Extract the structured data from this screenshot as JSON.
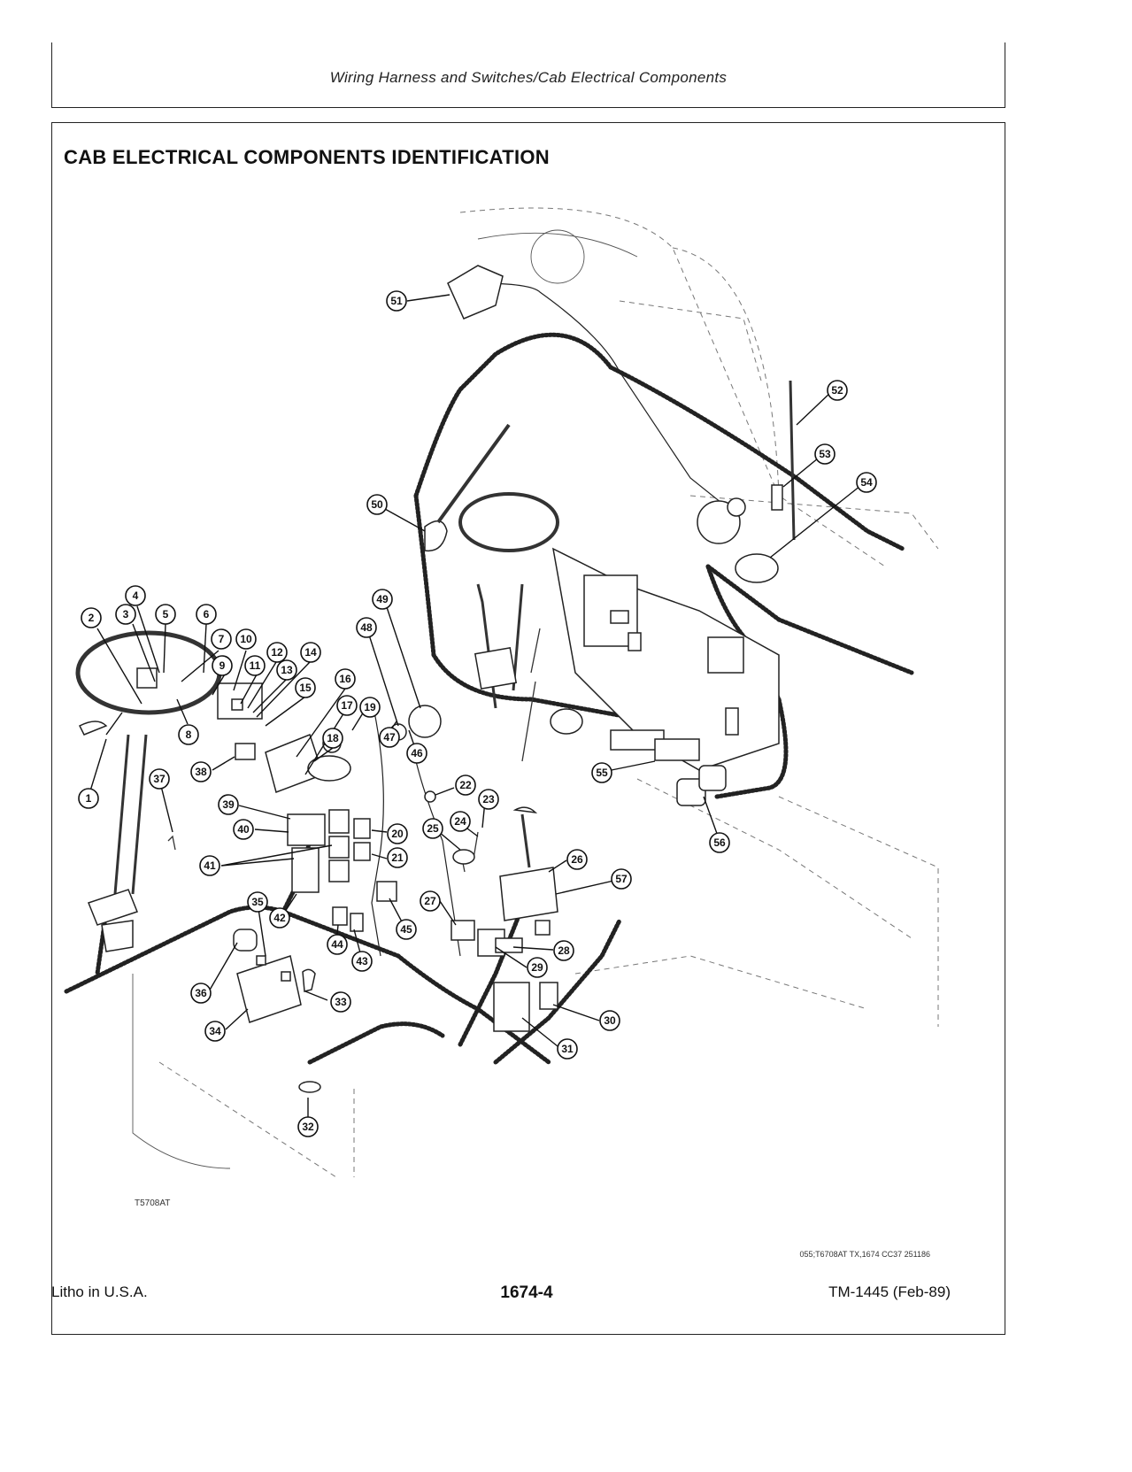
{
  "header": {
    "section": "Wiring Harness and Switches/Cab Electrical Components"
  },
  "title": "CAB ELECTRICAL COMPONENTS IDENTIFICATION",
  "figure": {
    "figure_id": "T5708AT",
    "ref_code": "055;T6708AT TX,1674 CC37 251186"
  },
  "callouts": [
    "1",
    "2",
    "3",
    "4",
    "5",
    "6",
    "7",
    "8",
    "9",
    "10",
    "11",
    "12",
    "13",
    "14",
    "15",
    "16",
    "17",
    "18",
    "19",
    "20",
    "21",
    "22",
    "23",
    "24",
    "25",
    "26",
    "27",
    "28",
    "29",
    "30",
    "31",
    "32",
    "33",
    "34",
    "35",
    "36",
    "37",
    "38",
    "39",
    "40",
    "41",
    "42",
    "43",
    "44",
    "45",
    "46",
    "47",
    "48",
    "49",
    "50",
    "51",
    "52",
    "53",
    "54",
    "55",
    "56",
    "57"
  ],
  "footer": {
    "left": "Litho in U.S.A.",
    "page": "1674-4",
    "right": "TM-1445 (Feb-89)"
  }
}
